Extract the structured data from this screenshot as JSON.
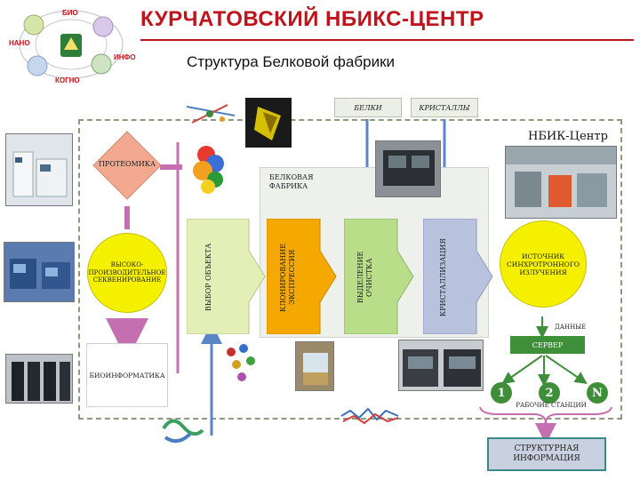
{
  "header": {
    "title": "КУРЧАТОВСКИЙ НБИКС-ЦЕНТР",
    "subtitle": "Структура Белковой фабрики"
  },
  "logo": {
    "bio": "БИО",
    "nano": "НАНО",
    "info": "ИНФО",
    "kogno": "КОГНО"
  },
  "diagram": {
    "proteomics": "ПРОТЕОМИКА",
    "sequencing": "ВЫСОКО-\nПРОИЗВОДИТЕЛЬНОЕ\nСЕКВЕНИРОВАНИЕ",
    "bioinformatics": "БИОИНФОРМАТИКА",
    "factory_title": "БЕЛКОВАЯ\nФАБРИКА",
    "object_selection": "ВЫБОР ОБЪЕКТА",
    "cloning": "КЛОНИРОВАНИЕ\nЭКСПРЕССИЯ",
    "purification": "ВЫДЕЛЕНИЕ\nОЧИСТКА",
    "crystallization": "КРИСТАЛЛИЗАЦИЯ",
    "synchrotron": "ИСТОЧНИК\nСИНХРОТРОННОГО\nИЗЛУЧЕНИЯ",
    "proteins_tag": "БЕЛКИ",
    "crystals_tag": "КРИСТАЛЛЫ",
    "nbik_center": "НБИК-Центр",
    "data_label": "ДАННЫЕ",
    "server": "СЕРВЕР",
    "ws_1": "1",
    "ws_2": "2",
    "ws_n": "N",
    "workstations": "РАБОЧИЕ СТАНЦИИ",
    "structural_info": "СТРУКТУРНАЯ\nИНФОРМАЦИЯ"
  },
  "colors": {
    "title_red": "#c0141c",
    "proteomics_fill": "#f2a98f",
    "yellow_fill": "#f4f000",
    "light_green_fill": "#e4efb8",
    "orange_fill": "#f5a800",
    "green_fill": "#b8de8a",
    "blue_fill": "#b8c2dc",
    "server_green": "#3f8f3a",
    "struct_blue": "#c9d0df",
    "pink_arrow": "#c46fb0"
  }
}
